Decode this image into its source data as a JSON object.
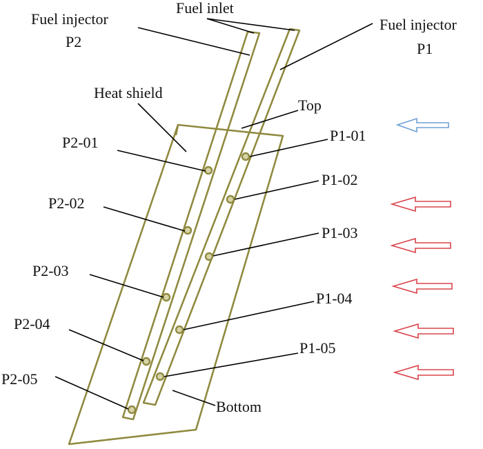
{
  "colors": {
    "structure": "#8f8a3f",
    "port_fill": "#d8d4a8",
    "leader": "#000000",
    "arrow_blue": "#6f9fd6",
    "arrow_red": "#d9434a"
  },
  "labels": {
    "fuel_injector_p2_line1": "Fuel injector",
    "fuel_injector_p2_line2": "P2",
    "fuel_inlet": "Fuel inlet",
    "fuel_injector_p1_line1": "Fuel injector",
    "fuel_injector_p1_line2": "P1",
    "heat_shield": "Heat shield",
    "top": "Top",
    "bottom": "Bottom"
  },
  "ports": {
    "p2": [
      "P2-01",
      "P2-02",
      "P2-03",
      "P2-04",
      "P2-05"
    ],
    "p1": [
      "P1-01",
      "P1-02",
      "P1-03",
      "P1-04",
      "P1-05"
    ]
  },
  "flow_arrows": [
    {
      "color": "blue"
    },
    {
      "color": "red"
    },
    {
      "color": "red"
    },
    {
      "color": "red"
    },
    {
      "color": "red"
    },
    {
      "color": "red"
    }
  ]
}
